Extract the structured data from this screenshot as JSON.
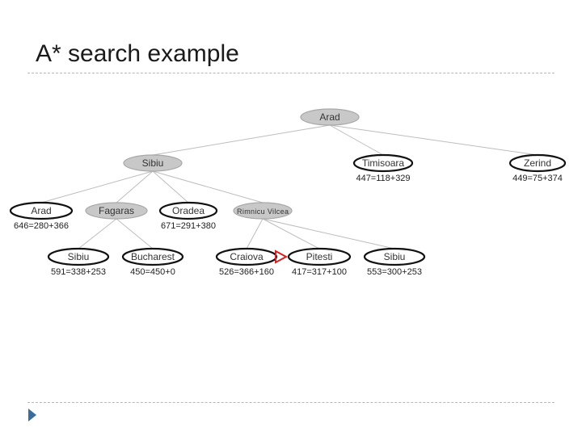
{
  "slide": {
    "title": "A* search example"
  },
  "diagram": {
    "nodes": [
      {
        "id": "arad-root",
        "label": "Arad",
        "style": "gray"
      },
      {
        "id": "sibiu",
        "label": "Sibiu",
        "style": "gray"
      },
      {
        "id": "timisoara",
        "label": "Timisoara",
        "style": "white",
        "score": "447=118+329"
      },
      {
        "id": "zerind",
        "label": "Zerind",
        "style": "white",
        "score": "449=75+374"
      },
      {
        "id": "arad-2",
        "label": "Arad",
        "style": "white",
        "score": "646=280+366"
      },
      {
        "id": "fagaras",
        "label": "Fagaras",
        "style": "gray"
      },
      {
        "id": "oradea",
        "label": "Oradea",
        "style": "white",
        "score": "671=291+380"
      },
      {
        "id": "rimnicu",
        "label": "Rimnicu Vilcea",
        "style": "gray"
      },
      {
        "id": "sibiu-2",
        "label": "Sibiu",
        "style": "white",
        "score": "591=338+253"
      },
      {
        "id": "bucharest",
        "label": "Bucharest",
        "style": "white",
        "score": "450=450+0"
      },
      {
        "id": "craiova",
        "label": "Craiova",
        "style": "white",
        "score": "526=366+160"
      },
      {
        "id": "pitesti",
        "label": "Pitesti",
        "style": "white",
        "score": "417=317+100",
        "marked": true
      },
      {
        "id": "sibiu-3",
        "label": "Sibiu",
        "style": "white",
        "score": "553=300+253"
      }
    ],
    "edges": [
      [
        "arad-root",
        "sibiu"
      ],
      [
        "arad-root",
        "timisoara"
      ],
      [
        "arad-root",
        "zerind"
      ],
      [
        "sibiu",
        "arad-2"
      ],
      [
        "sibiu",
        "fagaras"
      ],
      [
        "sibiu",
        "oradea"
      ],
      [
        "sibiu",
        "rimnicu"
      ],
      [
        "fagaras",
        "sibiu-2"
      ],
      [
        "fagaras",
        "bucharest"
      ],
      [
        "rimnicu",
        "craiova"
      ],
      [
        "rimnicu",
        "pitesti"
      ],
      [
        "rimnicu",
        "sibiu-3"
      ]
    ]
  }
}
